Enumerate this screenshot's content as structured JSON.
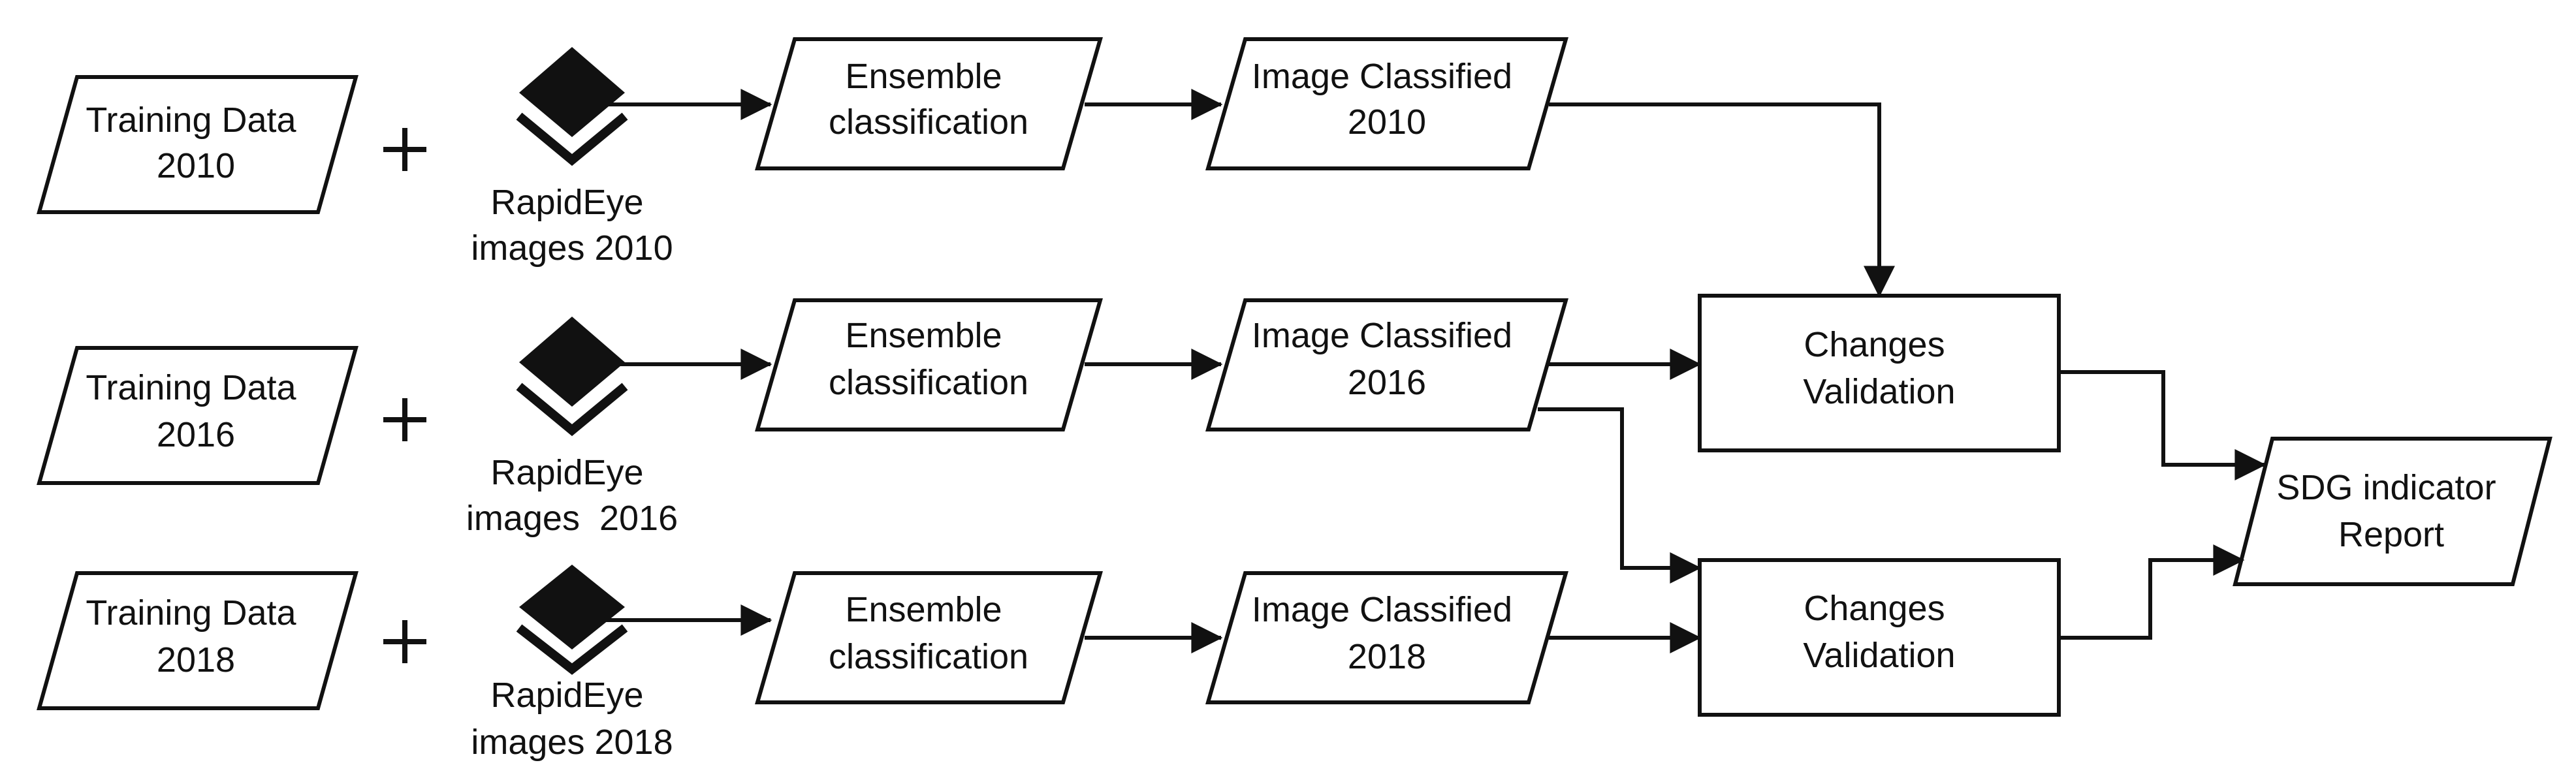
{
  "rows": [
    {
      "id": "2010",
      "training": [
        "Training Data",
        "2010"
      ],
      "images": [
        "RapidEye",
        "images 2010"
      ],
      "ensemble": [
        "Ensemble",
        "classification"
      ],
      "classified": [
        "Image Classified",
        "2010"
      ]
    },
    {
      "id": "2016",
      "training": [
        "Training Data",
        "2016"
      ],
      "images": [
        "RapidEye",
        "images  2016"
      ],
      "ensemble": [
        "Ensemble",
        "classification"
      ],
      "classified": [
        "Image Classified",
        "2016"
      ]
    },
    {
      "id": "2018",
      "training": [
        "Training Data",
        "2018"
      ],
      "images": [
        "RapidEye",
        "images 2018"
      ],
      "ensemble": [
        "Ensemble",
        "classification"
      ],
      "classified": [
        "Image Classified",
        "2018"
      ]
    }
  ],
  "validation_top": [
    "Changes",
    "Validation"
  ],
  "validation_bottom": [
    "Changes",
    "Validation"
  ],
  "report": [
    "SDG indicator",
    "Report"
  ],
  "icons": {
    "plus": "plus-icon",
    "images": "layers-icon"
  }
}
